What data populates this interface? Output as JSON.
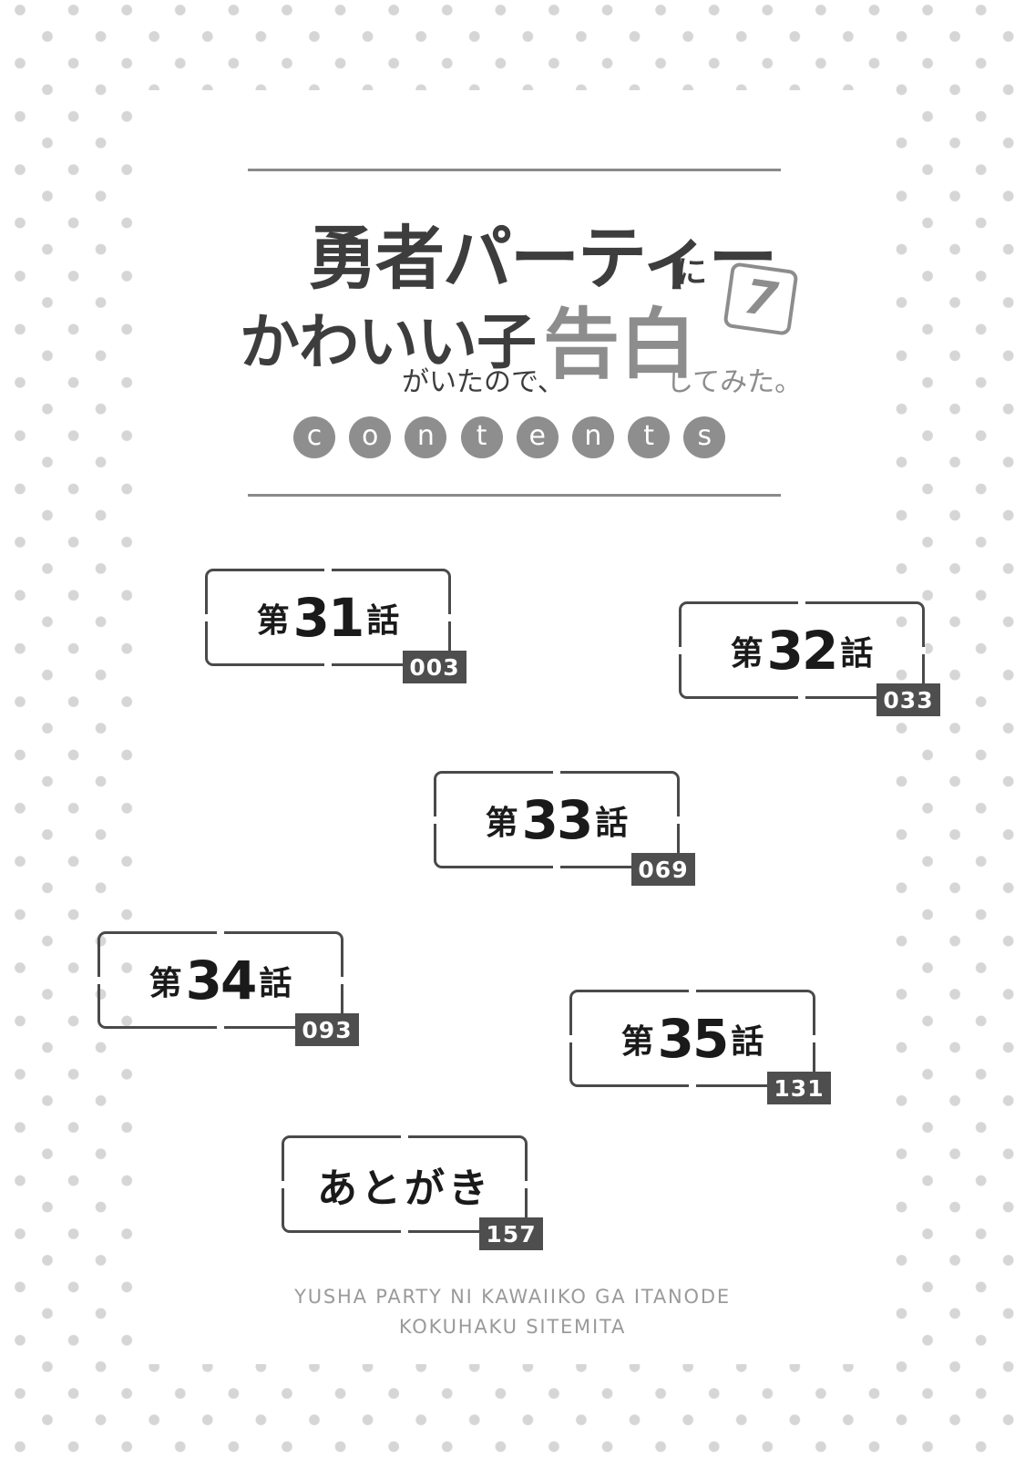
{
  "title": {
    "line1_main": "勇者パーティー",
    "line1_particle": "に",
    "line2_main": "かわいい子",
    "line2_small": "がいたので、",
    "line2_emphasis": "告白",
    "line2_tail": "してみた。",
    "volume": "7"
  },
  "contents_heading": [
    "c",
    "o",
    "n",
    "t",
    "e",
    "n",
    "t",
    "s"
  ],
  "chapters": [
    {
      "prefix": "第",
      "number": "31",
      "suffix": "話",
      "page": "003"
    },
    {
      "prefix": "第",
      "number": "32",
      "suffix": "話",
      "page": "033"
    },
    {
      "prefix": "第",
      "number": "33",
      "suffix": "話",
      "page": "069"
    },
    {
      "prefix": "第",
      "number": "34",
      "suffix": "話",
      "page": "093"
    },
    {
      "prefix": "第",
      "number": "35",
      "suffix": "話",
      "page": "131"
    }
  ],
  "afterword": {
    "label": "あとがき",
    "page": "157"
  },
  "romaji": {
    "line1": "YUSHA PARTY NI KAWAIIKO GA ITANODE",
    "line2": "KOKUHAKU SITEMITA"
  },
  "colors": {
    "dark_text": "#3d3d3d",
    "gray_accent": "#8d8d8d",
    "dot": "#d6d6d6",
    "page_tab": "#4e4e4e"
  }
}
